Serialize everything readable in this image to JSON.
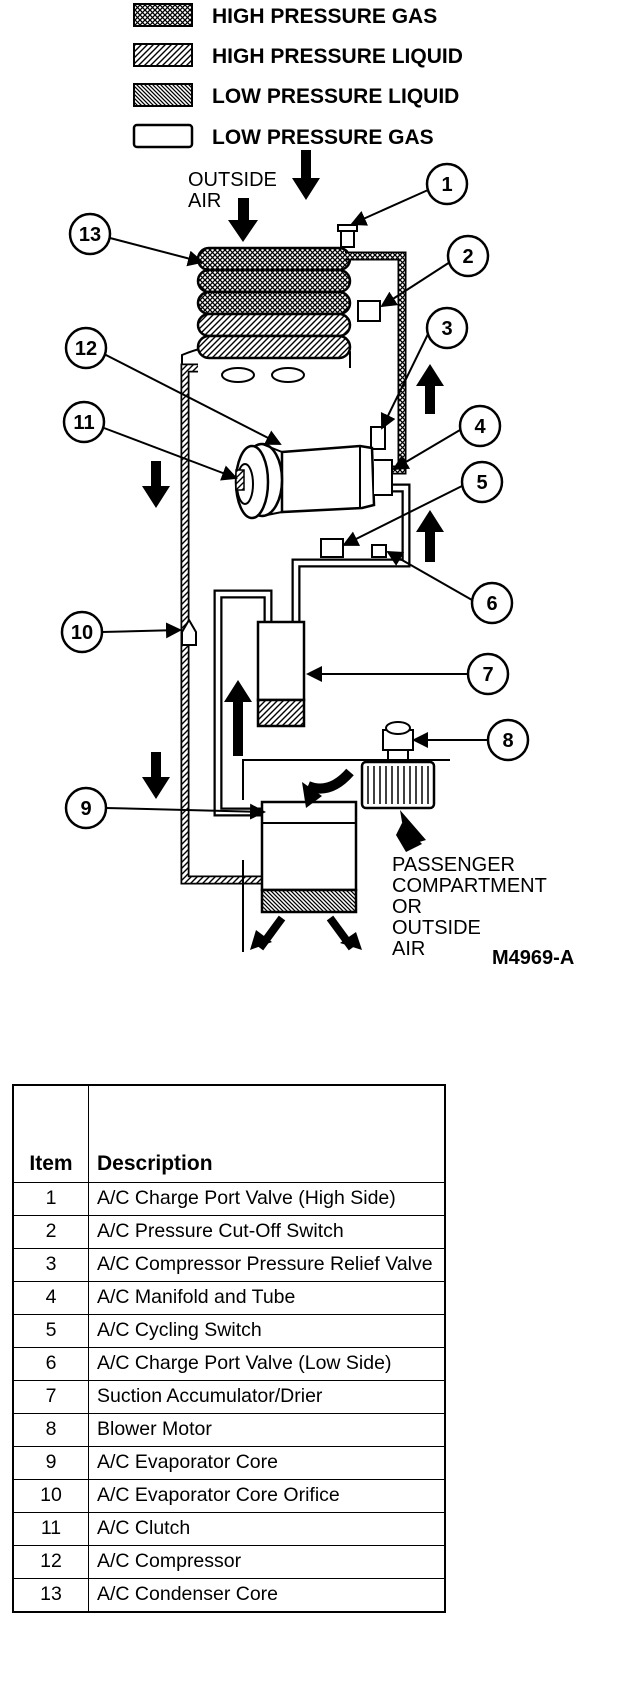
{
  "legend": [
    {
      "pattern": "crosshatch",
      "label": "HIGH PRESSURE GAS"
    },
    {
      "pattern": "diagonal-right",
      "label": "HIGH PRESSURE LIQUID"
    },
    {
      "pattern": "diagonal-left",
      "label": "LOW PRESSURE LIQUID"
    },
    {
      "pattern": "none",
      "label": "LOW PRESSURE GAS"
    }
  ],
  "labels": {
    "outside_air_1": "OUTSIDE",
    "outside_air_2": "AIR",
    "passenger_1": "PASSENGER",
    "passenger_2": "COMPARTMENT",
    "passenger_3": "OR",
    "passenger_4": "OUTSIDE",
    "passenger_5": "AIR",
    "figure_code": "M4969-A"
  },
  "callouts": [
    "1",
    "2",
    "3",
    "4",
    "5",
    "6",
    "7",
    "8",
    "9",
    "10",
    "11",
    "12",
    "13"
  ],
  "table": {
    "headers": {
      "item": "Item",
      "description": "Description"
    },
    "rows": [
      {
        "item": "1",
        "description": "A/C Charge Port Valve (High Side)"
      },
      {
        "item": "2",
        "description": "A/C Pressure Cut-Off Switch"
      },
      {
        "item": "3",
        "description": "A/C Compressor Pressure Relief Valve"
      },
      {
        "item": "4",
        "description": "A/C Manifold and Tube"
      },
      {
        "item": "5",
        "description": "A/C Cycling Switch"
      },
      {
        "item": "6",
        "description": "A/C Charge Port Valve (Low Side)"
      },
      {
        "item": "7",
        "description": "Suction Accumulator/Drier"
      },
      {
        "item": "8",
        "description": "Blower Motor"
      },
      {
        "item": "9",
        "description": "A/C Evaporator Core"
      },
      {
        "item": "10",
        "description": "A/C Evaporator Core Orifice"
      },
      {
        "item": "11",
        "description": "A/C Clutch"
      },
      {
        "item": "12",
        "description": "A/C Compressor"
      },
      {
        "item": "13",
        "description": "A/C Condenser Core"
      }
    ]
  }
}
